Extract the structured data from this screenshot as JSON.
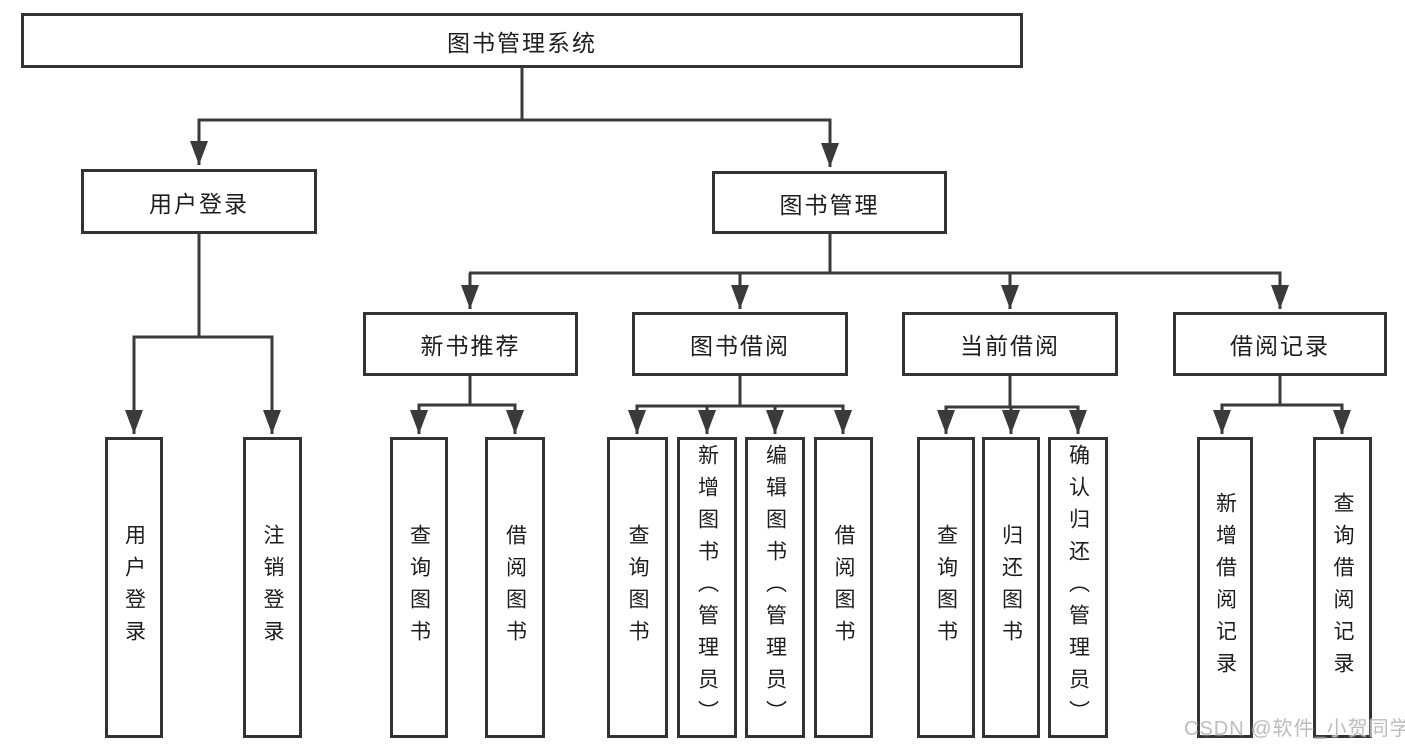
{
  "title": "图书管理系统",
  "watermark": "CSDN @软件_小贺同学",
  "colors": {
    "line": "#3a3a3a",
    "box-border": "#333333",
    "box-bg": "#ffffff",
    "text": "#1d1d1d",
    "page-bg": "#ffffff",
    "watermark": "#bdbdbd"
  },
  "nodes": {
    "root": "图书管理系统",
    "user_login": "用户登录",
    "book_management": "图书管理",
    "new_book_recommend": "新书推荐",
    "book_borrowing": "图书借阅",
    "current_borrowing": "当前借阅",
    "borrowing_records": "借阅记录"
  },
  "leaves": {
    "user_login": "用户登录",
    "logout_login": "注销登录",
    "recommend_search_book": "查询图书",
    "recommend_borrow_book": "借阅图书",
    "borrowing_search_book": "查询图书",
    "borrowing_add_book": "新增图书（管理员）",
    "borrowing_edit_book": "编辑图书（管理员）",
    "borrowing_borrow_book": "借阅图书",
    "current_search_book": "查询图书",
    "current_return_book": "归还图书",
    "current_confirm_return": "确认归还（管理员）",
    "records_add_record": "新增借阅记录",
    "records_search_record": "查询借阅记录"
  }
}
